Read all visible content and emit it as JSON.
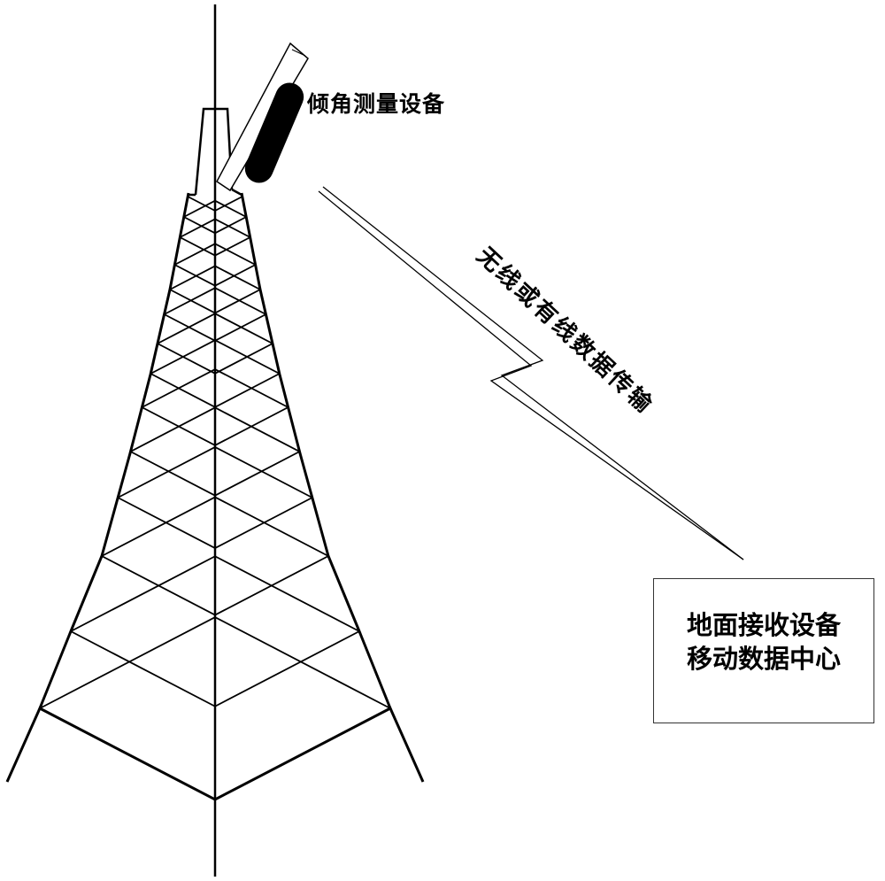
{
  "labels": {
    "tilt_device": "倾角测量设备",
    "transmission": "无线或有线数据传输",
    "ground_station": [
      "地面接收设备",
      "移动数据中心"
    ]
  },
  "colors": {
    "line": "#000000",
    "background": "#ffffff",
    "device": "#000000"
  }
}
